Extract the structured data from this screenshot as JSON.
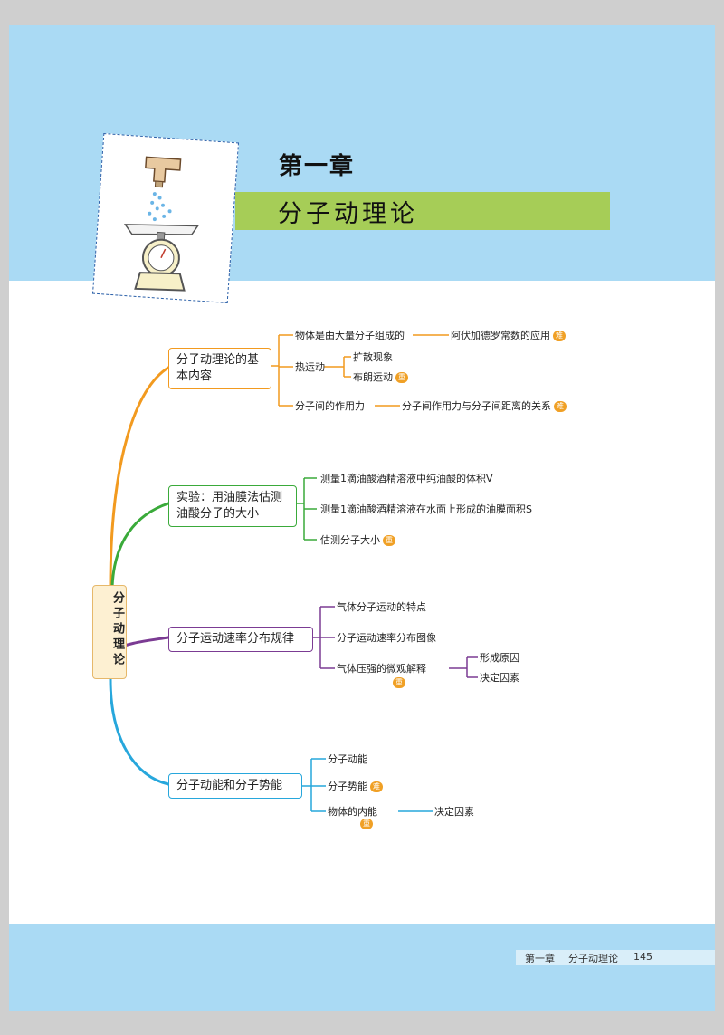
{
  "chapter": {
    "label": "第一章",
    "title": "分子动理论"
  },
  "root": "分子动理论",
  "tags": {
    "difficult": "难",
    "important": "重"
  },
  "branches": {
    "basic": {
      "title": "分子动理论的基本内容",
      "leaves": {
        "l1": "物体是由大量分子组成的",
        "l1a": "阿伏加德罗常数的应用",
        "l2": "热运动",
        "l2a": "扩散现象",
        "l2b": "布朗运动",
        "l3": "分子间的作用力",
        "l3a": "分子间作用力与分子间距离的关系"
      }
    },
    "experiment": {
      "title": "实验：用油膜法估测油酸分子的大小",
      "leaves": {
        "l1": "测量1滴油酸酒精溶液中纯油酸的体积V",
        "l2": "测量1滴油酸酒精溶液在水面上形成的油膜面积S",
        "l3": "估测分子大小"
      }
    },
    "speed": {
      "title": "分子运动速率分布规律",
      "leaves": {
        "l1": "气体分子运动的特点",
        "l2": "分子运动速率分布图像",
        "l3": "气体压强的微观解释",
        "l3a": "形成原因",
        "l3b": "决定因素"
      }
    },
    "energy": {
      "title": "分子动能和分子势能",
      "leaves": {
        "l1": "分子动能",
        "l2": "分子势能",
        "l3": "物体的内能",
        "l3a": "决定因素"
      }
    }
  },
  "footer": {
    "chapter": "第一章",
    "title": "分子动理论",
    "page": "145"
  },
  "colors": {
    "orange": "#f29a1f",
    "green": "#3aaa3a",
    "purple": "#7b3b93",
    "blue": "#27a7dc",
    "band": "#aadaf4",
    "chapter_bar": "#a6cd57"
  }
}
